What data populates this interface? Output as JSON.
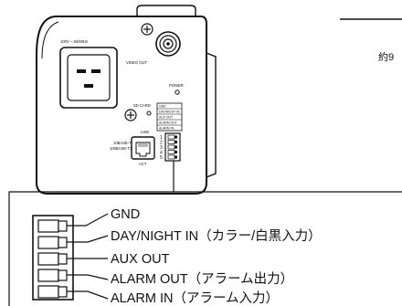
{
  "camera": {
    "power_rating": "100V ~ 50/60Hz",
    "video_out_label": "VIDEO OUT",
    "power_led_label": "POWER",
    "sd_card_label": "SD CARD",
    "link_label": "LINK",
    "act_label": "ACT",
    "ethernet_label_line1": "10BASE-T/",
    "ethernet_label_line2": "100BASE-TX",
    "terminal_small_labels": [
      "GND",
      "DAY/NIGHT IN",
      "AUX OUT",
      "ALARM OUT",
      "ALARM IN"
    ],
    "terminal_numbers": [
      "1",
      "2",
      "3",
      "4",
      "5"
    ]
  },
  "side_text": "約9",
  "terminal_labels": [
    "GND",
    "DAY/NIGHT IN（カラー/白黒入力）",
    "AUX OUT",
    "ALARM OUT（アラーム出力）",
    "ALARM IN（アラーム入力）"
  ]
}
